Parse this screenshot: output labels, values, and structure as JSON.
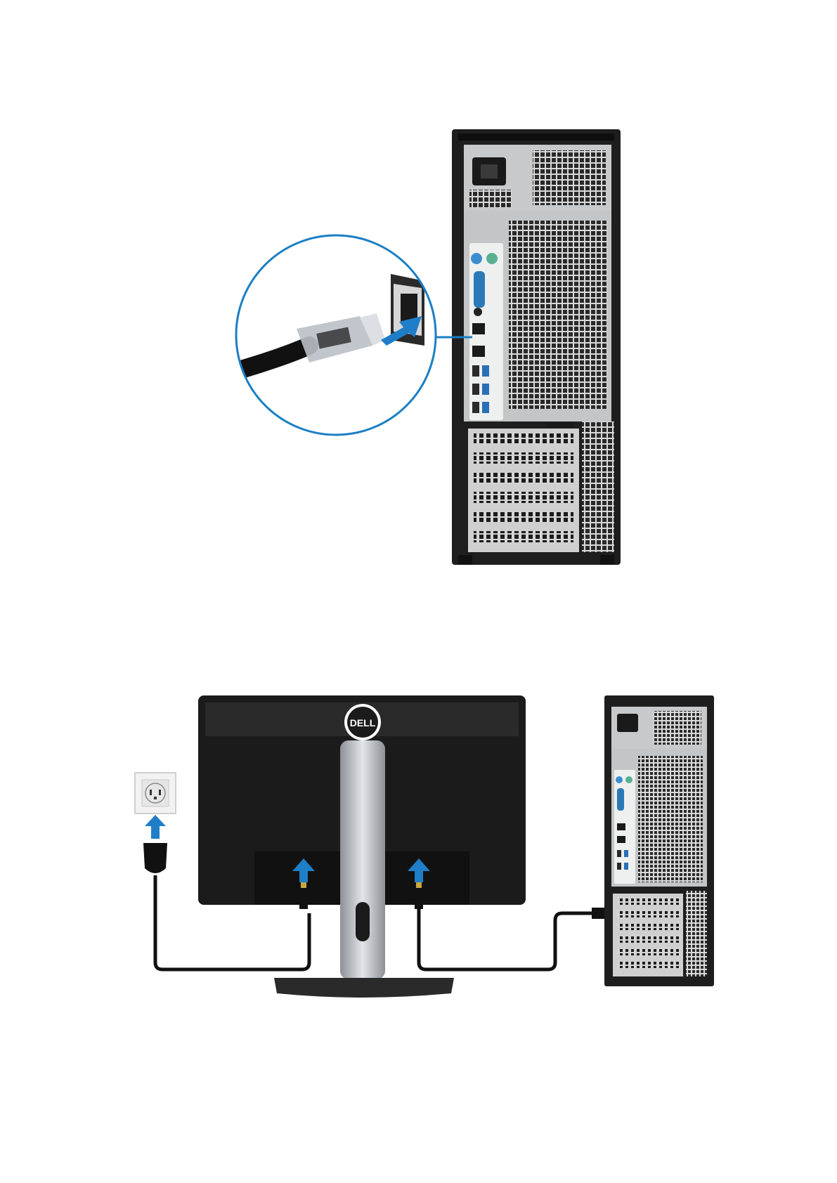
{
  "figure_1": {
    "subject": "tower-rear-network-connection",
    "icons": [
      "tower-computer-rear",
      "zoom-callout",
      "rj45-cable",
      "blue-arrow"
    ],
    "colors": {
      "accent": "#1a7fc4",
      "arrow": "#1f7ec8",
      "chassis": "#1e1e1e",
      "panel": "#c8c9cb"
    }
  },
  "figure_2": {
    "subject": "monitor-power-and-video-connection",
    "icons": [
      "wall-outlet",
      "power-plug",
      "monitor-rear",
      "tower-computer-rear",
      "blue-arrow"
    ],
    "logo_text": "DELL",
    "colors": {
      "arrow": "#1f7ec8",
      "monitor": "#1b1b1b",
      "stand": "#b9bcc0",
      "outlet": "#f2f2f2"
    }
  }
}
